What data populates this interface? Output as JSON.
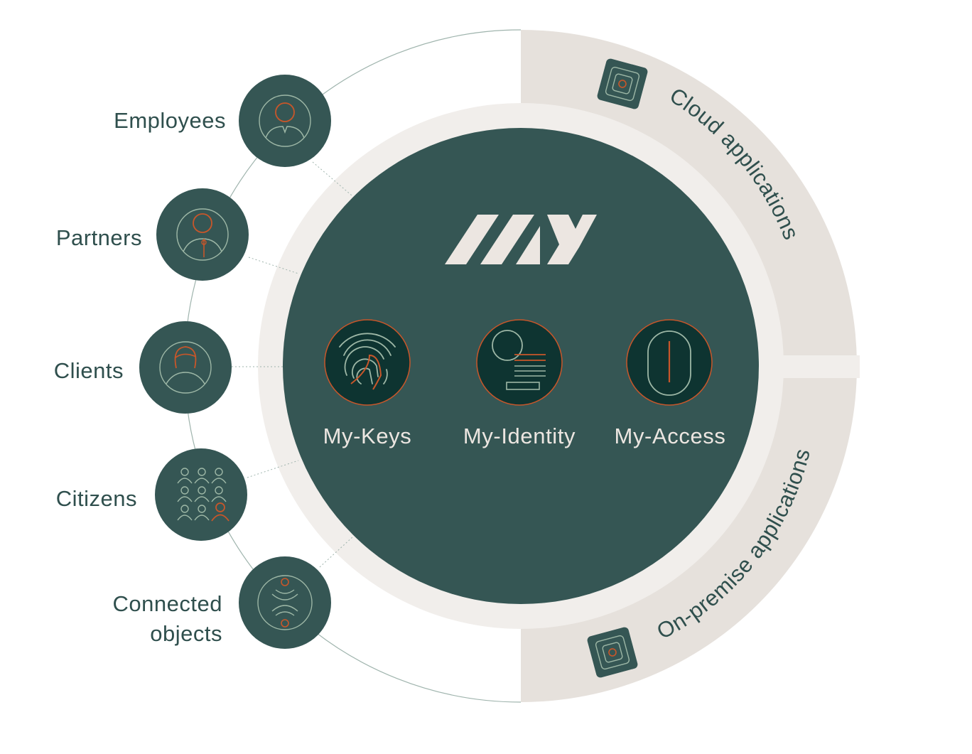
{
  "logo": "MY",
  "users": [
    {
      "label": "Employees",
      "icon": "employee-icon"
    },
    {
      "label": "Partners",
      "icon": "partner-icon"
    },
    {
      "label": "Clients",
      "icon": "client-icon"
    },
    {
      "label": "Citizens",
      "icon": "citizens-icon"
    },
    {
      "label_line1": "Connected",
      "label_line2": "objects",
      "icon": "connected-objects-icon"
    }
  ],
  "products": [
    {
      "label": "My-Keys",
      "icon": "fingerprint-icon"
    },
    {
      "label": "My-Identity",
      "icon": "identity-card-icon"
    },
    {
      "label": "My-Access",
      "icon": "access-icon"
    }
  ],
  "segments": {
    "cloud": {
      "label": "Cloud applications",
      "icon": "cloud-app-icon"
    },
    "onpremise": {
      "label": "On-premise applications",
      "icon": "onpremise-app-icon"
    }
  },
  "colors": {
    "dark_green": "#355654",
    "deep_green": "#0e3431",
    "orange": "#c8562a",
    "line_green": "#9db7a6",
    "beige": "#e6e1dc",
    "light_ring": "#f1eeeb"
  }
}
